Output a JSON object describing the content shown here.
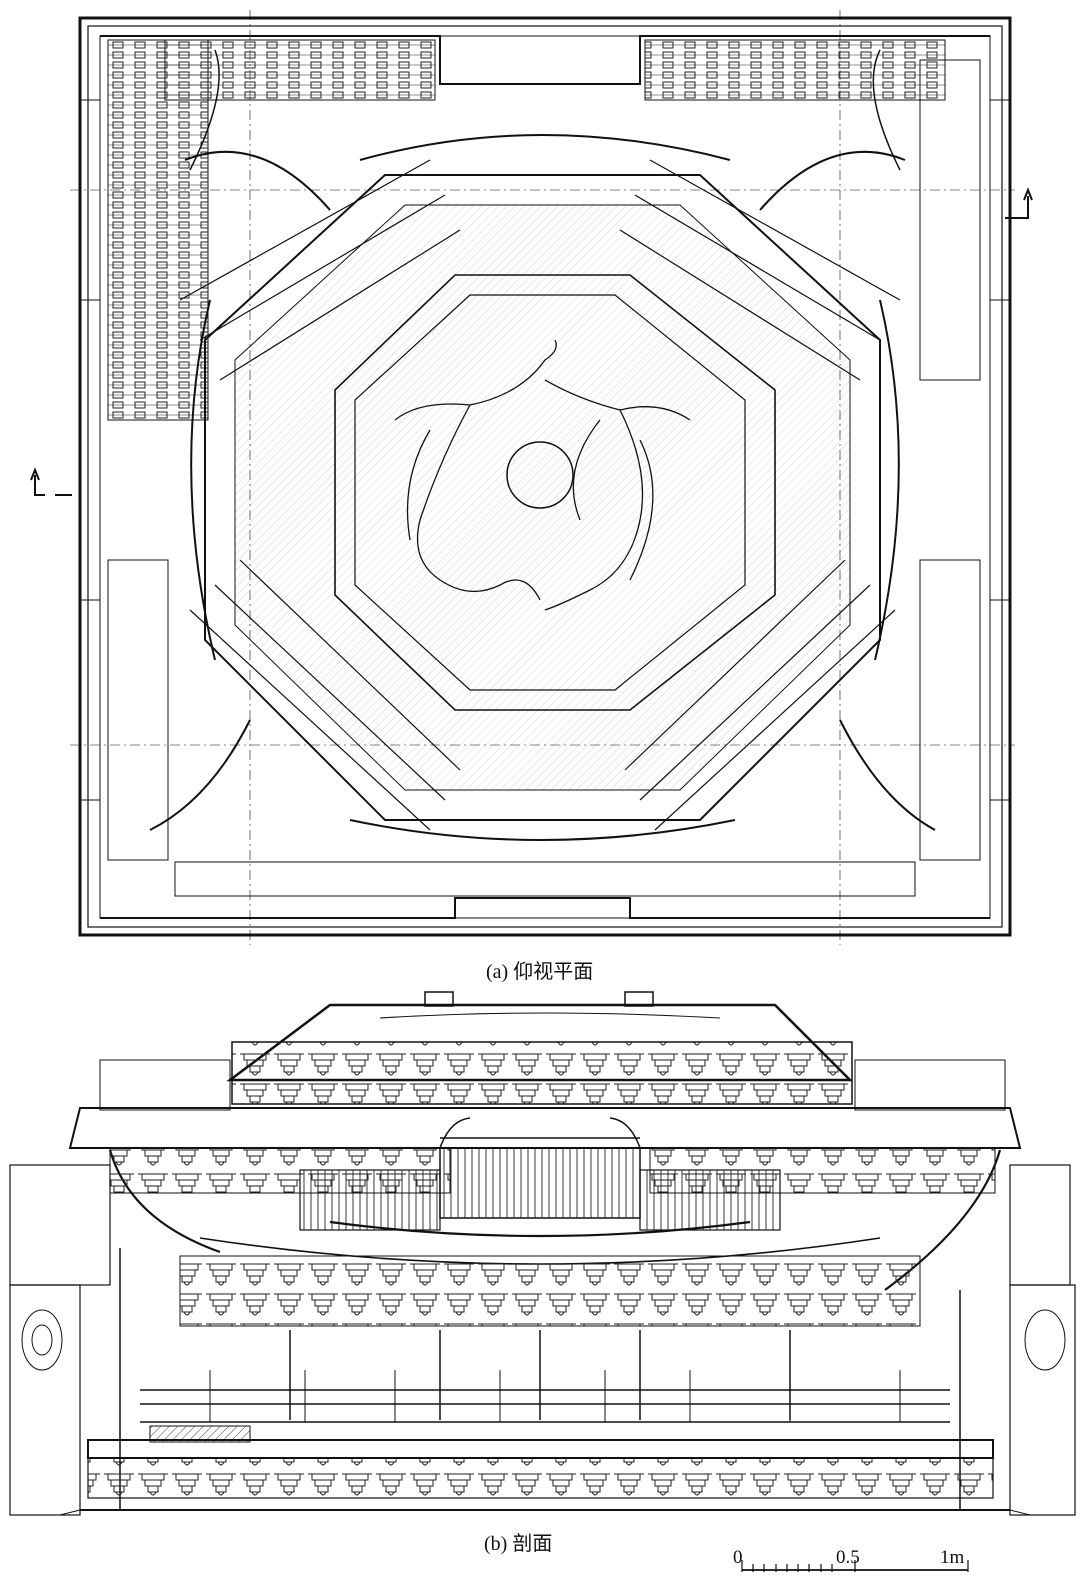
{
  "captions": {
    "plan": "(a) 仰视平面",
    "section": "(b) 剖面"
  },
  "scale_bar": {
    "labels": [
      "0",
      "0.5",
      "1m"
    ]
  },
  "colors": {
    "ink": "#111111",
    "paper": "#ffffff"
  }
}
